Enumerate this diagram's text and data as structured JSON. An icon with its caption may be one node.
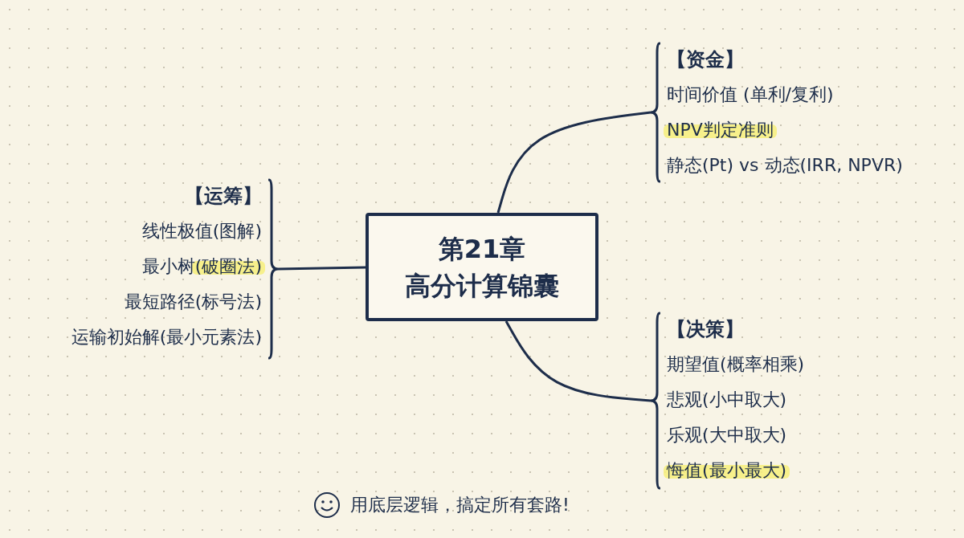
{
  "diagram": {
    "nodes": [
      {
        "text": [
          "第21章",
          "高分计算锦囊"
        ]
      },
      {
        "text": [
          "【资金】",
          "时间价值 (单利/复利)",
          "NPV判定准则",
          "静态(Pt) vs 动态(IRR, NPVR)"
        ]
      },
      {
        "text": [
          "【运筹】",
          "线性极值(图解)",
          "最小树(破圈法)",
          "最短路径(标号法)",
          "运输初始解(最小元素法)"
        ]
      },
      {
        "text": [
          "【决策】",
          "期望值(概率相乘)",
          "悲观(小中取大)",
          "乐观(大中取大)",
          "悔值(最小最大)"
        ]
      }
    ],
    "edges": [
      {
        "from": 0,
        "to": 1,
        "arrow": "none"
      },
      {
        "from": 0,
        "to": 2,
        "arrow": "none"
      },
      {
        "from": 0,
        "to": 3,
        "arrow": "none"
      }
    ],
    "labels": [
      "用底层逻辑，搞定所有套路!"
    ]
  }
}
